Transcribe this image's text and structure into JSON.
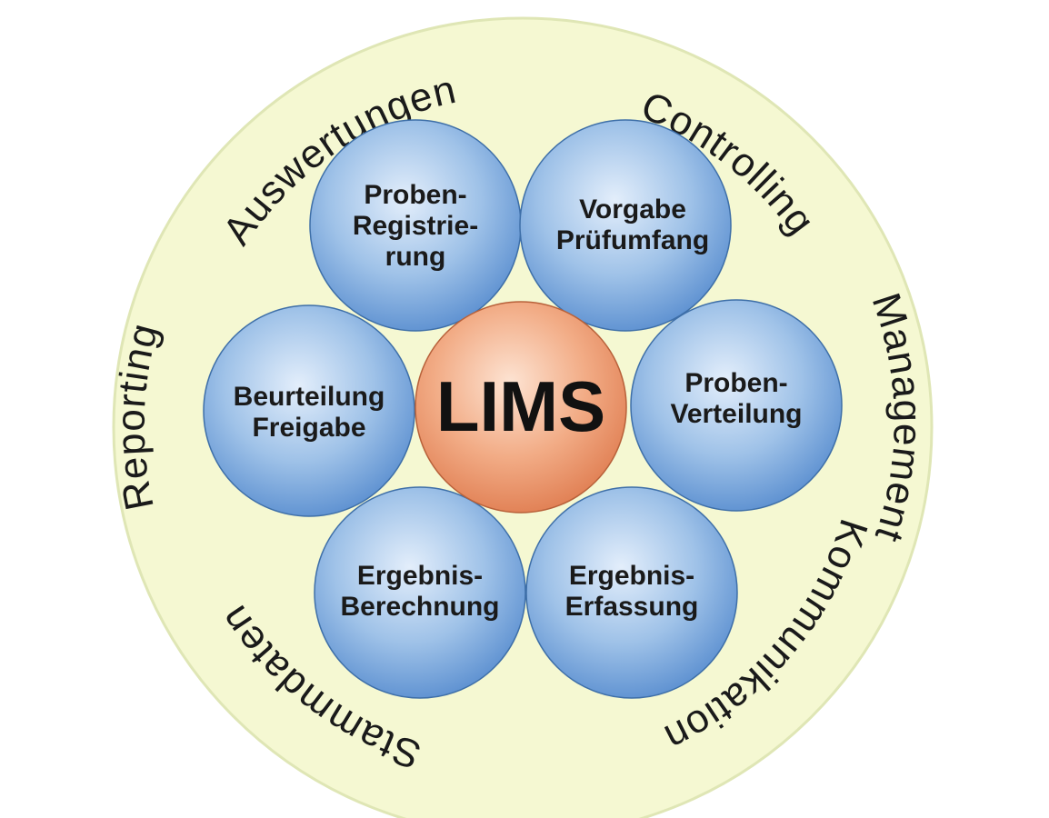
{
  "center": {
    "label": "LIMS"
  },
  "modules": [
    {
      "id": "proben-registrierung",
      "lines": [
        "Proben-",
        "Registrie-",
        "rung"
      ]
    },
    {
      "id": "vorgabe-pruefumfang",
      "lines": [
        "Vorgabe",
        "Prüfumfang"
      ]
    },
    {
      "id": "proben-verteilung",
      "lines": [
        "Proben-",
        "Verteilung"
      ]
    },
    {
      "id": "ergebnis-erfassung",
      "lines": [
        "Ergebnis-",
        "Erfassung"
      ]
    },
    {
      "id": "ergebnis-berechnung",
      "lines": [
        "Ergebnis-",
        "Berechnung"
      ]
    },
    {
      "id": "beurteilung-freigabe",
      "lines": [
        "Beurteilung",
        "Freigabe"
      ]
    }
  ],
  "ring": {
    "labels": [
      {
        "id": "auswertungen",
        "text": "Auswertungen"
      },
      {
        "id": "controlling",
        "text": "Controlling"
      },
      {
        "id": "management",
        "text": "Management"
      },
      {
        "id": "kommunikation",
        "text": "Kommunikation"
      },
      {
        "id": "stammdaten",
        "text": "Stammdaten"
      },
      {
        "id": "reporting",
        "text": "Reporting"
      }
    ]
  },
  "colors": {
    "ring_fill": "#f5f8d2",
    "ring_stroke": "#dfe6b5",
    "bubble_light": "#e3eefb",
    "bubble_mid": "#9fc2e8",
    "bubble_dark": "#5b8fd0",
    "center_light": "#fde3d2",
    "center_mid": "#f2ac86",
    "center_dark": "#e07e52"
  }
}
